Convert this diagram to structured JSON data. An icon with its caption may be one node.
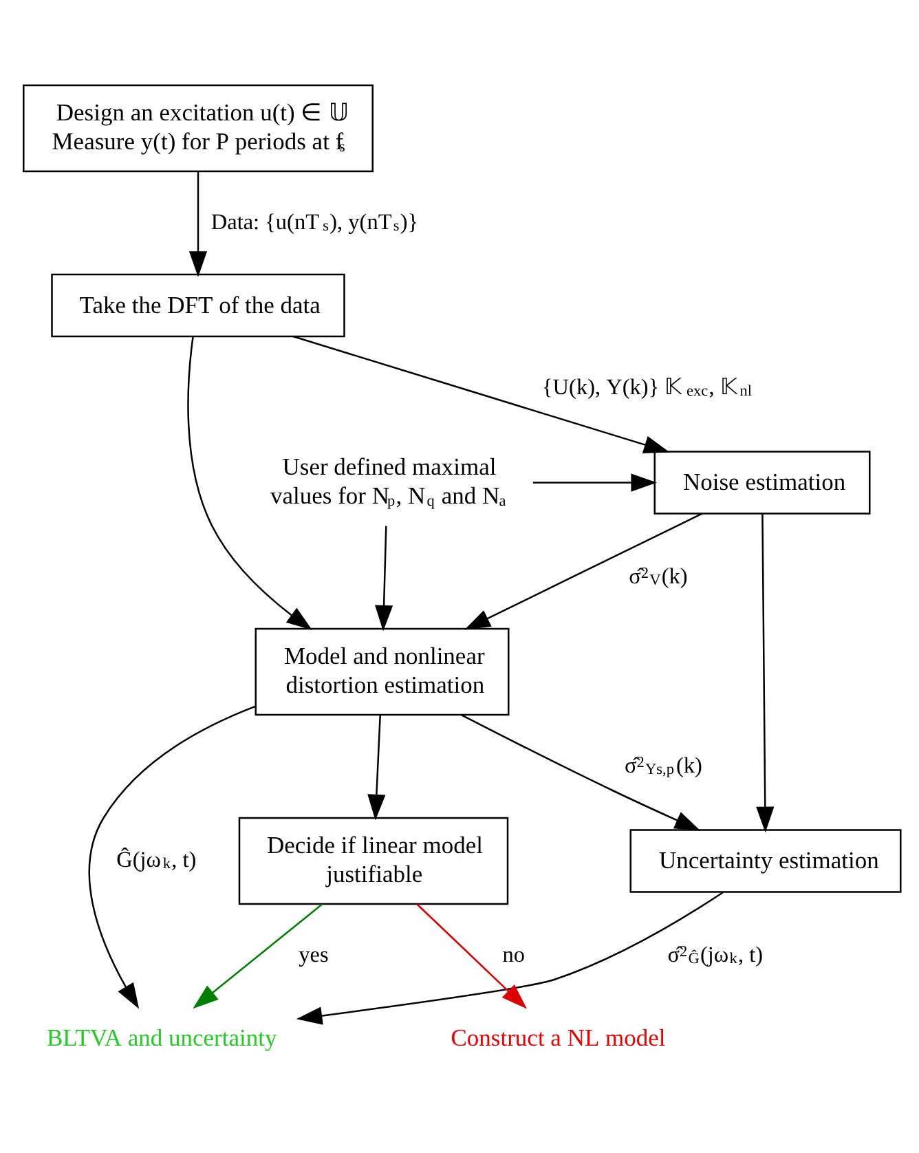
{
  "diagram": {
    "nodes": [
      {
        "text": [
          "Design an excitation u(t) ∈ 𝕌",
          "Measure y(t) for P periods at f$_{s}$"
        ]
      },
      {
        "text": [
          "Take the DFT of the data"
        ]
      },
      {
        "text": [
          "Noise estimation"
        ]
      },
      {
        "text": [
          "User defined maximal values for N$_{p}$, N$_{q}$ and N$_{a}$"
        ]
      },
      {
        "text": [
          "Model and nonlinear distortion estimation"
        ]
      },
      {
        "text": [
          "Uncertainty estimation"
        ]
      },
      {
        "text": [
          "Decide if linear model justifiable"
        ]
      },
      {
        "text": [
          "BLTVA and uncertainty"
        ]
      },
      {
        "text": [
          "Construct a NL model"
        ]
      }
    ],
    "edges": [
      {
        "from": 0,
        "to": 1,
        "arrow": "to",
        "label": "Data: {u(nT$_{s}$), y(nT$_{s}$)}"
      },
      {
        "from": 1,
        "to": 2,
        "arrow": "to",
        "label": "{U(k), Y(k)} 𝕂$_{exc}$, 𝕂$_{nl}$"
      },
      {
        "from": 1,
        "to": 4,
        "arrow": "to"
      },
      {
        "from": 3,
        "to": 2,
        "arrow": "to"
      },
      {
        "from": 3,
        "to": 4,
        "arrow": "to"
      },
      {
        "from": 2,
        "to": 4,
        "arrow": "to",
        "label": "σ̂$^{2}$$_{V}$(k)"
      },
      {
        "from": 2,
        "to": 5,
        "arrow": "to"
      },
      {
        "from": 4,
        "to": 5,
        "arrow": "to",
        "label": "σ̂$^{2}$$_{Ys,p}$(k)"
      },
      {
        "from": 4,
        "to": 6,
        "arrow": "to"
      },
      {
        "from": 4,
        "to": 7,
        "arrow": "to",
        "label": "Ĝ(jω$_{k}$, t)"
      },
      {
        "from": 5,
        "to": 7,
        "arrow": "to",
        "label": "σ̂$^{2}$$_{Ĝ}$(jω$_{k}$, t)"
      },
      {
        "from": 6,
        "to": 7,
        "arrow": "to",
        "label": "yes",
        "color": "#008000"
      },
      {
        "from": 6,
        "to": 8,
        "arrow": "to",
        "label": "no",
        "color": "#dd0000"
      }
    ]
  }
}
